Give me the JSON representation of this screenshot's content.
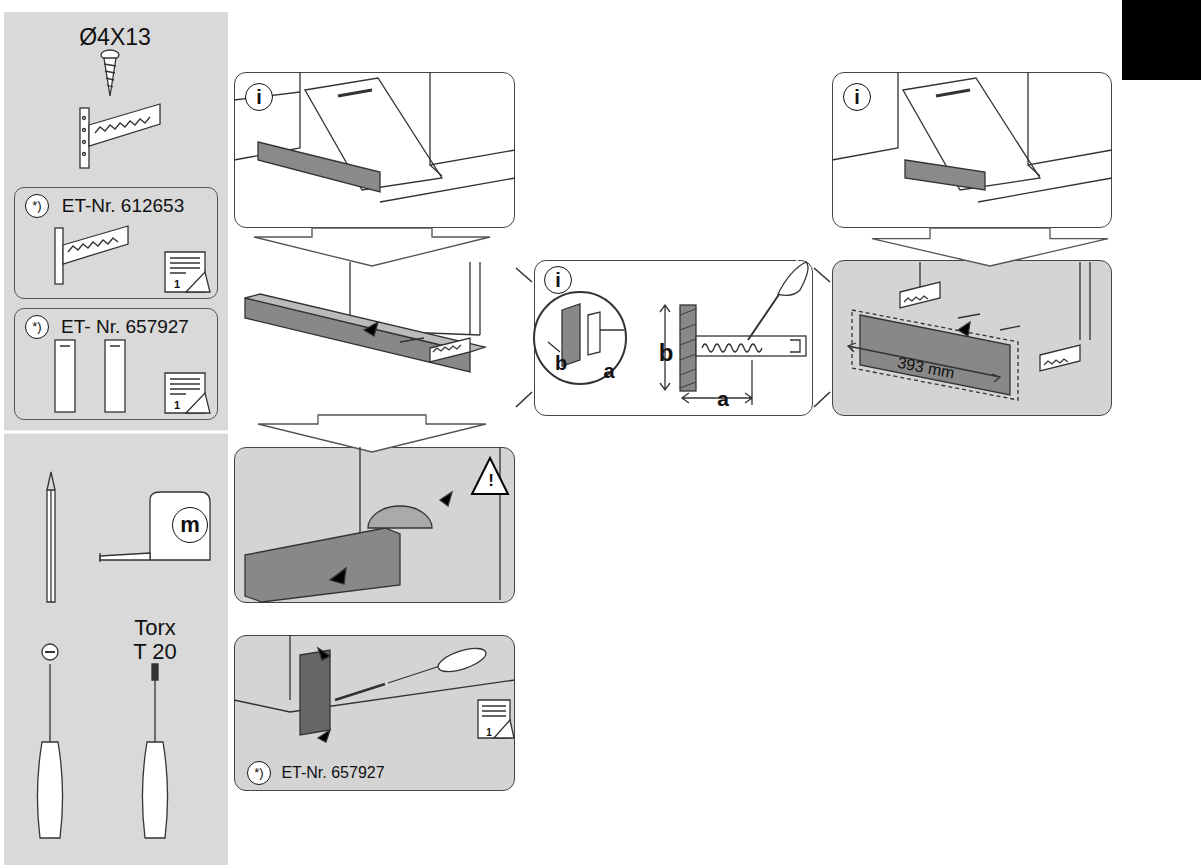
{
  "diagram": {
    "nodes": [
      {
        "text": [
          "Ø4X13",
          "Torx T 20"
        ]
      },
      {
        "text": [
          "*)",
          "ET-Nr. 612653"
        ],
        "in": 0
      },
      {
        "text": [
          "*)",
          "ET- Nr. 657927"
        ],
        "in": 0
      },
      {
        "text": [
          "i"
        ]
      },
      {
        "text": [
          "i"
        ]
      },
      {
        "text": [
          "i",
          "b",
          "a",
          "b",
          "a"
        ]
      },
      {
        "text": [
          "393 mm"
        ]
      },
      {
        "text": [
          "!"
        ]
      },
      {
        "text": [
          "*)",
          "ET-Nr. 657927"
        ]
      }
    ],
    "edges": [
      {
        "from": 4,
        "to": 6,
        "arrow": "to"
      }
    ],
    "labels": [
      "1",
      "1",
      "m",
      "1"
    ]
  }
}
